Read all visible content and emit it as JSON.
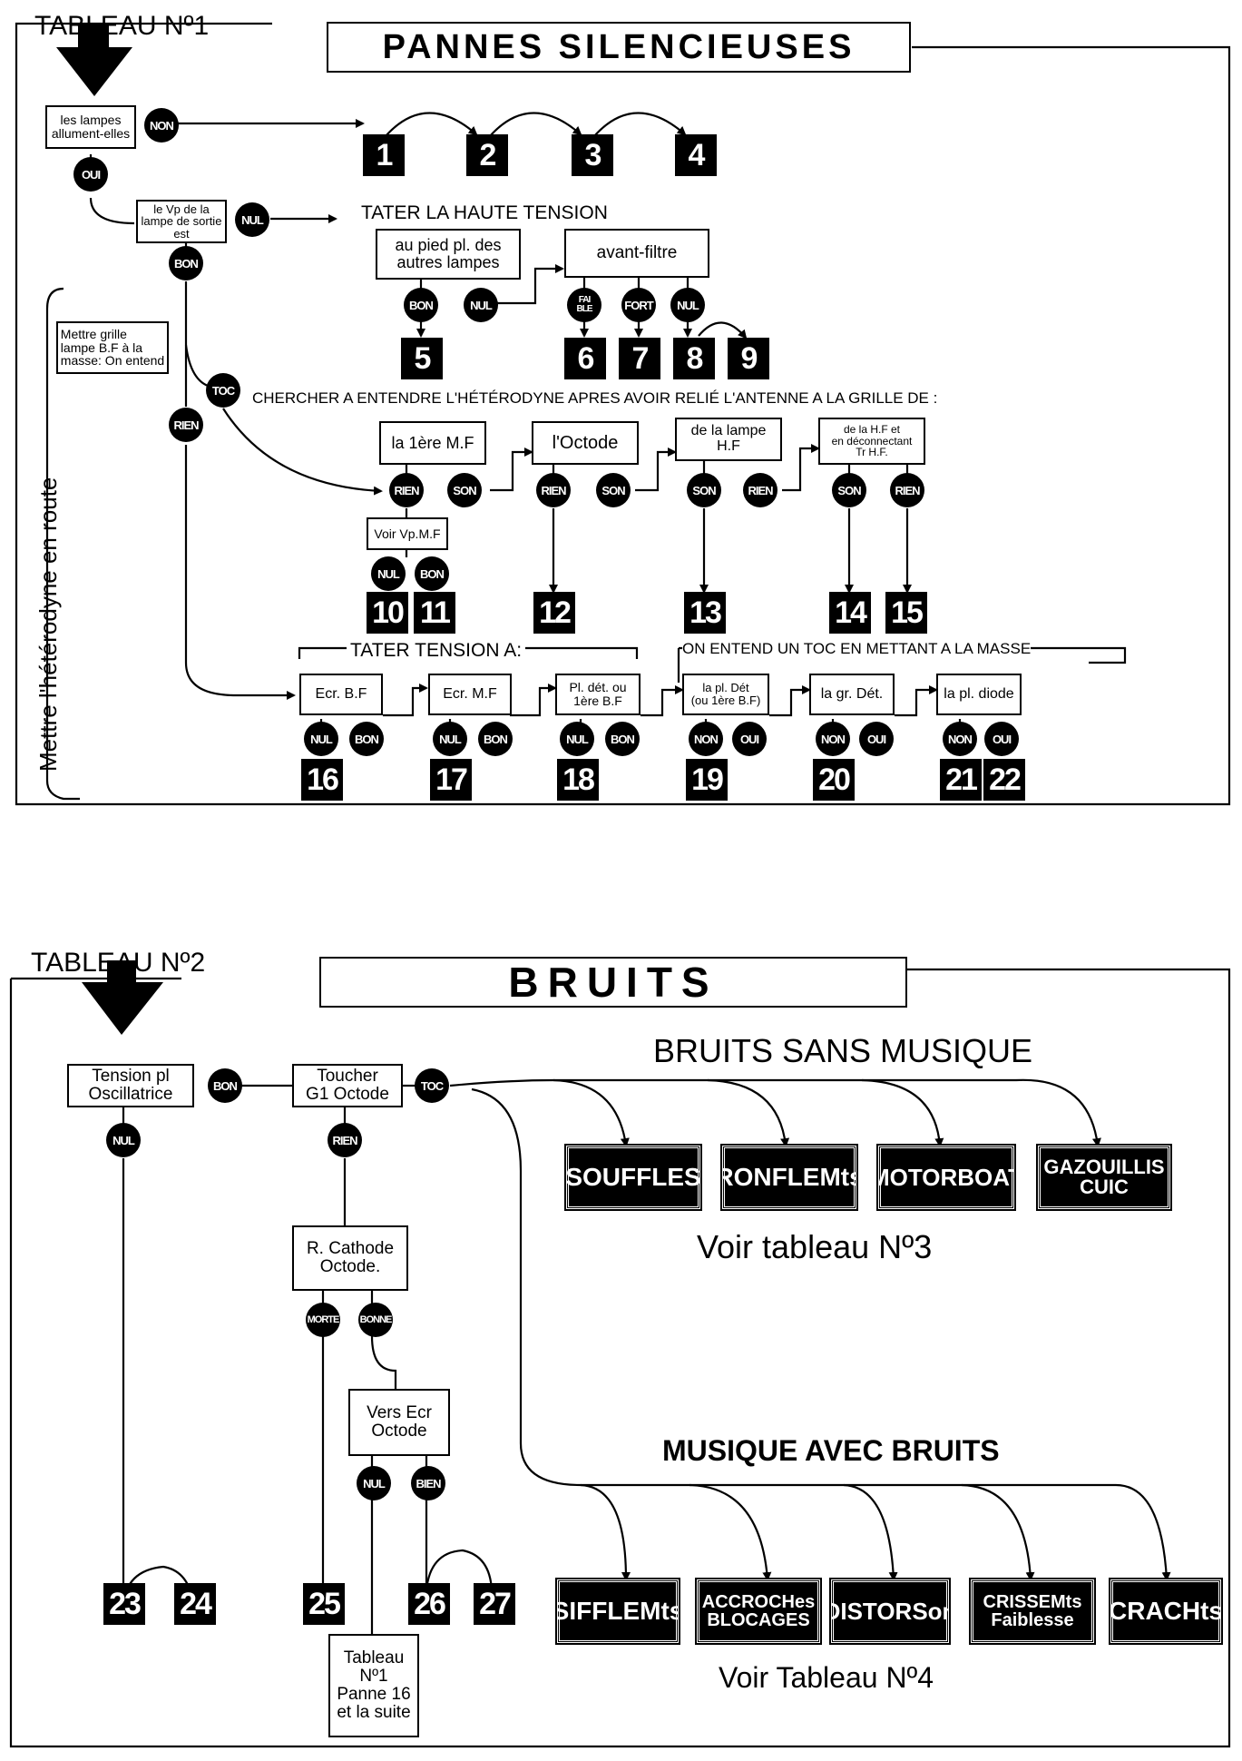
{
  "t1": {
    "label": "TABLEAU Nº1",
    "title": "PANNES SILENCIEUSES",
    "side": "Mettre l'hétérodyne en route",
    "tater_ht": "TATER LA HAUTE TENSION",
    "chercher": "CHERCHER A ENTENDRE L'HÉTÉRODYNE APRES AVOIR RELIÉ L'ANTENNE A LA GRILLE DE :",
    "tater_a": "TATER TENSION A:",
    "toc_masse": "ON ENTEND UN TOC EN METTANT A LA MASSE",
    "boxes": {
      "lampes": "les lampes\nallument-elles",
      "vp_sortie": "le Vp de la\nlampe de sortie\nest",
      "pied_pl": "au pied pl. des\nautres lampes",
      "avant_filtre": "avant-filtre",
      "mettre_grille": "Mettre grille\nlampe B.F à la\nmasse: On entend",
      "mf1": "la 1ère M.F",
      "octode": "l'Octode",
      "lampe_hf": "de la lampe\nH.F",
      "hf_dec": "de la H.F et\nen déconnectant\nTr H.F.",
      "voir_vp": "Voir Vp.M.F",
      "ecr_bf": "Ecr. B.F",
      "ecr_mf": "Ecr. M.F",
      "pl_det": "Pl. dét. ou\n1ère B.F",
      "lapl_det": "la pl. Dét\n(ou 1ère B.F)",
      "gr_det": "la gr. Dét.",
      "pl_diode": "la pl. diode"
    },
    "circles": {
      "non": "NON",
      "oui": "OUI",
      "nul": "NUL",
      "bon": "BON",
      "bon2": "BON",
      "nul2": "NUL",
      "faible": "FAI\nBLE",
      "fort": "FORT",
      "nul3": "NUL",
      "toc": "TOC",
      "rien": "RIEN",
      "rien1": "RIEN",
      "son1": "SON",
      "rien2": "RIEN",
      "son2": "SON",
      "son3": "SON",
      "rien3": "RIEN",
      "son4": "SON",
      "rien4": "RIEN",
      "nul4": "NUL",
      "bon4": "BON",
      "nul16": "NUL",
      "bon16": "BON",
      "nul17": "NUL",
      "bon17": "BON",
      "nul18": "NUL",
      "bon18": "BON",
      "non19": "NON",
      "oui19": "OUI",
      "non20": "NON",
      "oui20": "OUI",
      "non21": "NON",
      "oui21": "OUI"
    },
    "nums": [
      "1",
      "2",
      "3",
      "4",
      "5",
      "6",
      "7",
      "8",
      "9",
      "10",
      "11",
      "12",
      "13",
      "14",
      "15",
      "16",
      "17",
      "18",
      "19",
      "20",
      "21",
      "22"
    ]
  },
  "t2": {
    "label": "TABLEAU Nº2",
    "title": "BRUITS",
    "sans_musique": "BRUITS SANS MUSIQUE",
    "avec_bruits": "MUSIQUE AVEC BRUITS",
    "voir3": "Voir tableau Nº3",
    "voir4": "Voir Tableau Nº4",
    "boxes": {
      "tension": "Tension pl\nOscillatrice",
      "toucher": "Toucher\nG1 Octode",
      "cathode": "R. Cathode\nOctode.",
      "vers_ecr": "Vers Ecr\nOctode",
      "tableau1": "Tableau\nNº1\nPanne 16\net la suite"
    },
    "circles": {
      "bon": "BON",
      "nul": "NUL",
      "toc": "TOC",
      "rien": "RIEN",
      "morte": "MORTE",
      "bonne": "BONNE",
      "nul2": "NUL",
      "bien": "BIEN"
    },
    "nums": [
      "23",
      "24",
      "25",
      "26",
      "27"
    ],
    "cats_top": [
      "SOUFFLES",
      "RONFLEMts",
      "MOTORBOAT",
      "GAZOUILLIS\nCUIC"
    ],
    "cats_bottom": [
      "SIFFLEMts",
      "ACCROCHes\nBLOCAGES",
      "DISTORSon",
      "CRISSEMts\nFaiblesse",
      "CRACHts"
    ]
  }
}
